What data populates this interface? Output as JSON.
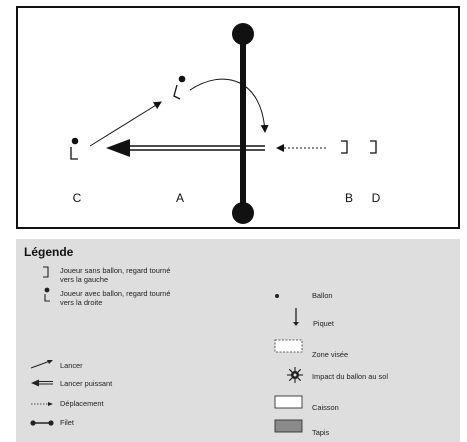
{
  "diagram": {
    "position_labels": {
      "c": "C",
      "a": "A",
      "b": "B",
      "d": "D"
    }
  },
  "legend": {
    "title": "Légende",
    "items": {
      "player_without_ball": "Joueur sans ballon, regard tourné\nvers la gauche",
      "player_with_ball": "Joueur avec ballon, regard tourné\nvers la droite",
      "throw": "Lancer",
      "powerful_throw": "Lancer puissant",
      "movement": "Déplacement",
      "net": "Filet",
      "ball": "Ballon",
      "stake": "Piquet",
      "target_zone": "Zone visée",
      "ball_impact": "Impact du ballon au sol",
      "box": "Caisson",
      "mat": "Tapis"
    },
    "colors": {
      "panel_background": "#dedede",
      "mat_fill": "#8a8a8a"
    }
  }
}
